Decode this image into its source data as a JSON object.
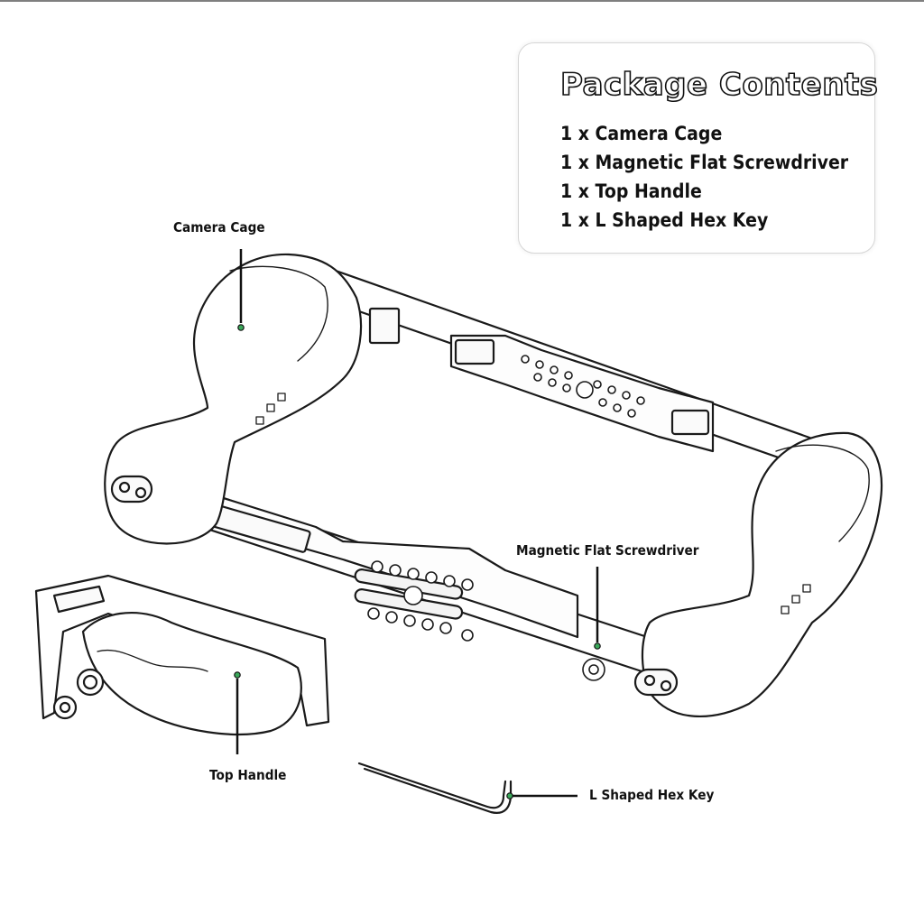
{
  "package_contents": {
    "title": "Package Contents",
    "items": [
      "1 x Camera Cage",
      "1 x Magnetic Flat Screwdriver",
      "1 x Top Handle",
      "1 x L Shaped Hex Key"
    ]
  },
  "callouts": {
    "camera_cage": "Camera Cage",
    "magnetic_flat_screwdriver": "Magnetic Flat Screwdriver",
    "top_handle": "Top Handle",
    "l_shaped_hex_key": "L Shaped Hex Key"
  },
  "colors": {
    "line": "#1a1a1a",
    "callout_dot": "#3aa85a",
    "background": "#ffffff"
  }
}
